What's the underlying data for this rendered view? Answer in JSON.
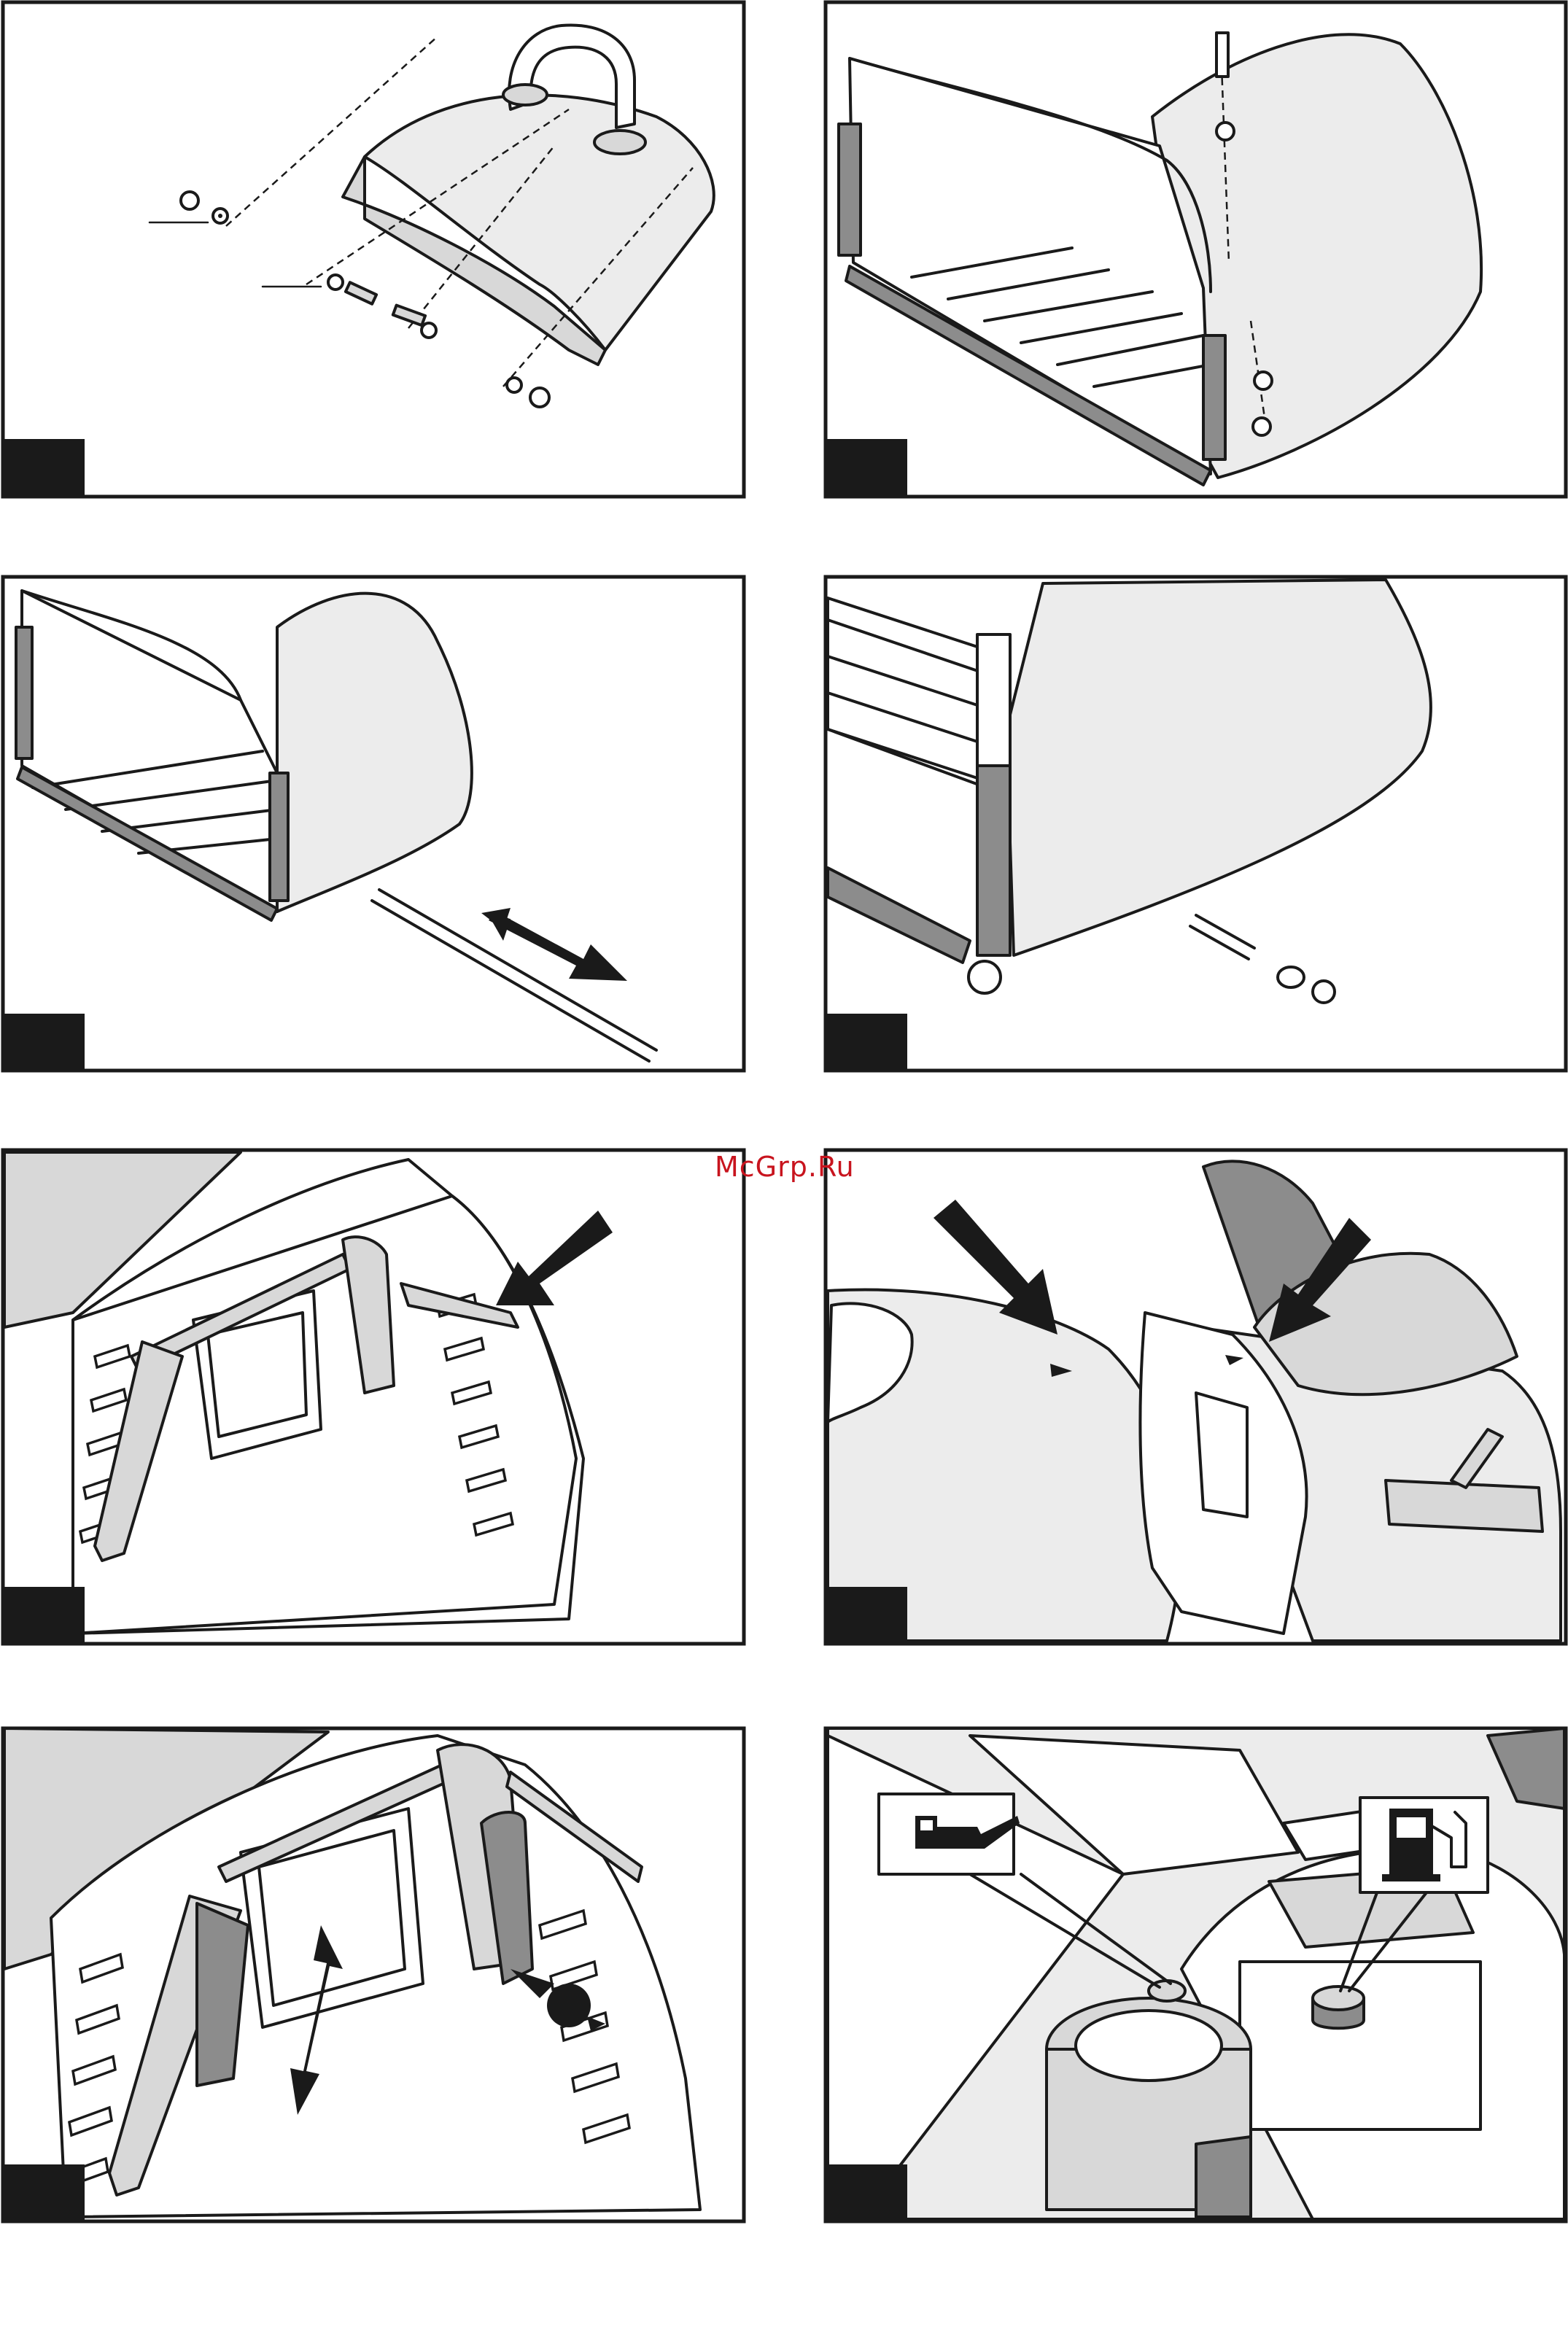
{
  "watermark": {
    "text": "McGrp.Ru",
    "color": "#c8141e"
  },
  "colors": {
    "line": "#1a1a1a",
    "fill_grey": "#d8d8d8",
    "fill_light": "#ececec",
    "fill_dark": "#8c8c8c"
  },
  "panels": [
    {
      "id": "fig-1",
      "subject": "grass-catcher-top-assembly",
      "icons": [
        "nut-icon",
        "washer-icon",
        "bolt-icon"
      ]
    },
    {
      "id": "fig-2",
      "subject": "catcher-side-bolting",
      "icons": [
        "bolt-icon",
        "washer-icon"
      ]
    },
    {
      "id": "fig-3",
      "subject": "axle-rod-insertion",
      "icons": [
        "arrow-icon"
      ]
    },
    {
      "id": "fig-4",
      "subject": "axle-nut-fastening",
      "icons": [
        "washer-icon",
        "nut-icon"
      ]
    },
    {
      "id": "fig-5",
      "subject": "mounting-bracket-lever",
      "icons": [
        "arrow-icon"
      ]
    },
    {
      "id": "fig-6",
      "subject": "catcher-hook-on-mower",
      "icons": [
        "arrow-icon",
        "height-lever-icon"
      ]
    },
    {
      "id": "fig-7",
      "subject": "bracket-adjustment",
      "icons": [
        "double-arrow-icon",
        "knob-icon"
      ]
    },
    {
      "id": "fig-8",
      "subject": "oil-and-fuel-filling",
      "icons": [
        "oil-can-icon",
        "fuel-pump-icon"
      ]
    }
  ]
}
